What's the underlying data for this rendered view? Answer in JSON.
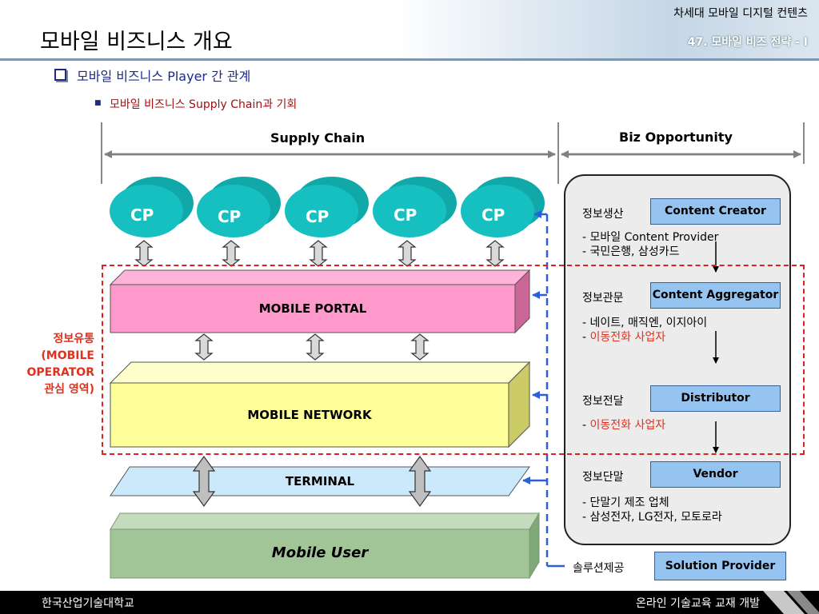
{
  "header": {
    "page_title": "모바일 비즈니스 개요",
    "course_name": "차세대 모바일 디지털 컨텐츠",
    "chapter": "47. 모바일 비즈 전략 - I"
  },
  "bullets": {
    "level1": "모바일 비즈니스 Player 간 관계",
    "level2": "모바일 비즈니스 Supply Chain과 기회"
  },
  "diagram": {
    "supply_chain_label": "Supply Chain",
    "biz_opportunity_label": "Biz Opportunity",
    "cp_label": "CP",
    "cp_count": 5,
    "mobile_portal": "MOBILE PORTAL",
    "mobile_network": "MOBILE NETWORK",
    "terminal": "TERMINAL",
    "mobile_user": "Mobile User",
    "operator_area": {
      "line1": "정보유통",
      "line2": "(MOBILE",
      "line3": "OPERATOR",
      "line4": "관심 영역)"
    },
    "stages": [
      {
        "stage": "정보생산",
        "role": "Content Creator",
        "desc": [
          {
            "prefix": "- ",
            "text": "모바일 Content Provider",
            "highlight": false
          },
          {
            "prefix": "- ",
            "text": "국민은행, 삼성카드",
            "highlight": false
          }
        ]
      },
      {
        "stage": "정보관문",
        "role": "Content Aggregator",
        "desc": [
          {
            "prefix": "- ",
            "text": "네이트, 매직엔, 이지아이",
            "highlight": false
          },
          {
            "prefix": "- ",
            "text": "이동전화 사업자",
            "highlight": true
          }
        ]
      },
      {
        "stage": "정보전달",
        "role": "Distributor",
        "desc": [
          {
            "prefix": "- ",
            "text": "이동전화 사업자",
            "highlight": true
          }
        ]
      },
      {
        "stage": "정보단말",
        "role": "Vendor",
        "desc": [
          {
            "prefix": "- ",
            "text": "단말기 제조 업체",
            "highlight": false
          },
          {
            "prefix": "- ",
            "text": "삼성전자, LG전자, 모토로라",
            "highlight": false
          }
        ]
      }
    ],
    "solution": {
      "stage": "솔루션제공",
      "role": "Solution Provider"
    }
  },
  "footer": {
    "left": "한국산업기술대학교",
    "right": "온라인 기술교육 교재 개발"
  },
  "colors": {
    "cp_fill": "#17c0c0",
    "portal_fill": "#ff99cc",
    "network_fill": "#ffff99",
    "terminal_fill": "#cce9fb",
    "user_fill": "#a2c598",
    "role_box_fill": "#96c4f0",
    "dashed_border": "#e0201e",
    "connector_blue": "#2c60d8"
  }
}
